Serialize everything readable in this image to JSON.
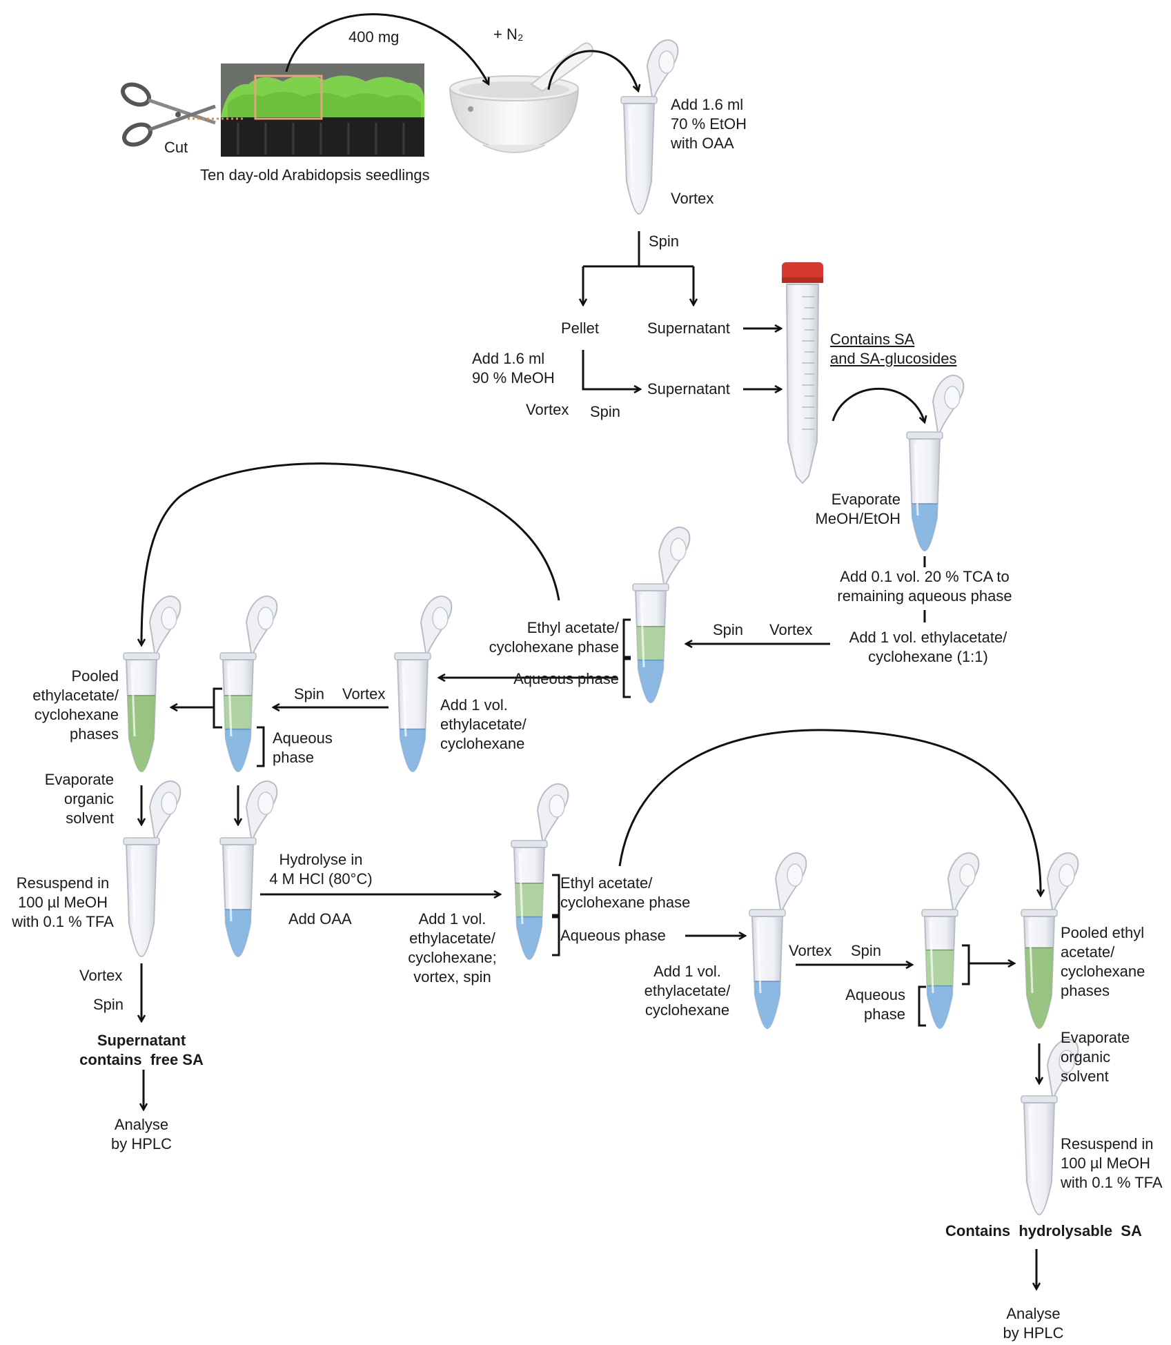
{
  "top": {
    "weight": "400 mg",
    "nitrogen": "+ N₂",
    "cut": "Cut",
    "seedlings": "Ten day-old Arabidopsis seedlings",
    "extract1": "Add 1.6 ml\n70 % EtOH\nwith OAA",
    "vortex1": "Vortex",
    "spin1": "Spin",
    "pellet": "Pellet",
    "supernatant1": "Supernatant",
    "supernatant2": "Supernatant",
    "extract2": "Add 1.6 ml\n90 % MeOH",
    "vortex2": "Vortex",
    "spin2": "Spin",
    "contains": "Contains SA\nand SA-glucosides"
  },
  "middle": {
    "evaporate": "Evaporate\nMeOH/EtOH",
    "tca": "Add 0.1 vol. 20 % TCA to\nremaining aqueous phase",
    "add_ea": "Add 1 vol. ethylacetate/\ncyclohexane (1:1)",
    "spin": "Spin",
    "vortex": "Vortex",
    "ea_phase": "Ethyl acetate/\ncyclohexane phase",
    "aq_phase": "Aqueous phase",
    "add_ea2": "Add 1 vol.\nethylacetate/\ncyclohexane",
    "spin2": "Spin",
    "vortex2": "Vortex",
    "aqueous_phase2": "Aqueous\nphase",
    "pooled": "Pooled\nethylacetate/\ncyclohexane\nphases"
  },
  "left_branch": {
    "evaporate": "Evaporate\norganic\nsolvent",
    "resuspend": "Resuspend in\n100 µl MeOH\nwith 0.1 % TFA",
    "vortex": "Vortex",
    "spin": "Spin",
    "result": "Supernatant\ncontains  free SA",
    "analyse": "Analyse\nby HPLC"
  },
  "right_branch": {
    "hydrolyse": "Hydrolyse in\n4 M HCl (80°C)",
    "add_oaa": "Add OAA",
    "add_ea": "Add 1 vol.\nethylacetate/\ncyclohexane;\nvortex, spin",
    "ea_phase": "Ethyl acetate/\ncyclohexane phase",
    "aq_phase": "Aqueous phase",
    "add_ea2": "Add 1 vol.\nethylacetate/\ncyclohexane",
    "vortex": "Vortex",
    "spin": "Spin",
    "aqueous_phase": "Aqueous\nphase",
    "pooled": "Pooled ethyl\nacetate/\ncyclohexane\nphases",
    "evaporate": "Evaporate\norganic\nsolvent",
    "resuspend": "Resuspend in\n100 µl MeOH\nwith 0.1 % TFA",
    "result": "Contains  hydrolysable  SA",
    "analyse": "Analyse\nby HPLC"
  },
  "colors": {
    "organic_phase": "#a9cf9a",
    "aqueous_phase": "#7fb2e0",
    "pooled_phase": "#8fbf74",
    "tube_cap": "#d6392f",
    "seedlings": "#7ed24b",
    "highlight_box": "#e8a27a"
  }
}
